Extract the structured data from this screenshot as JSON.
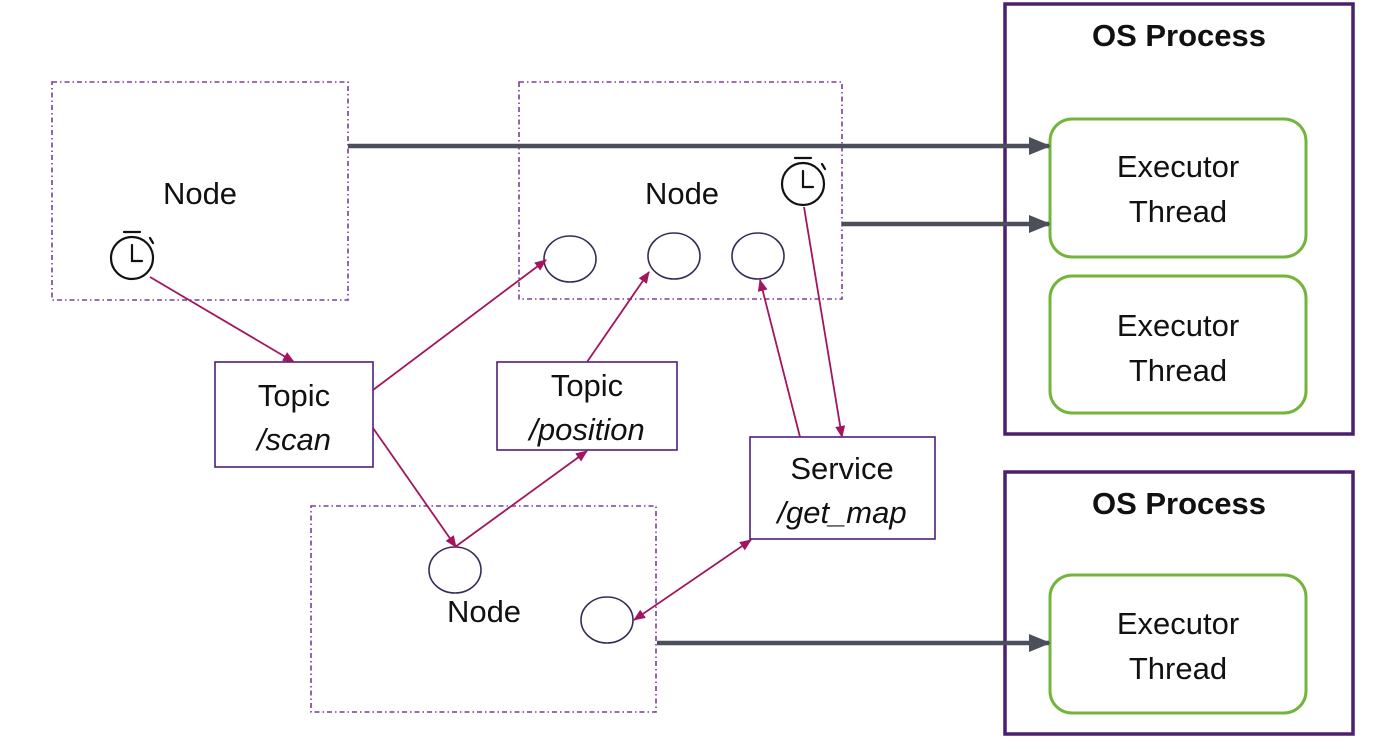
{
  "nodes": {
    "node_a_label": "Node",
    "node_b_label": "Node",
    "node_c_label": "Node"
  },
  "topics": {
    "scan": {
      "label": "Topic",
      "name": "/scan"
    },
    "position": {
      "label": "Topic",
      "name": "/position"
    }
  },
  "service": {
    "label": "Service",
    "name": "/get_map"
  },
  "os_processes": [
    {
      "title": "OS Process",
      "threads": [
        "Executor",
        "Thread",
        "Executor",
        "Thread"
      ]
    },
    {
      "title": "OS Process",
      "threads": [
        "Executor",
        "Thread"
      ]
    }
  ],
  "colors": {
    "node_border": "#7a3f9a",
    "os_border": "#4b1f6f",
    "thread_border": "#72b53a",
    "ros_link": "#a3155e",
    "executor_link": "#4a4f5a"
  },
  "icons": [
    "timer-icon",
    "timer-icon"
  ]
}
